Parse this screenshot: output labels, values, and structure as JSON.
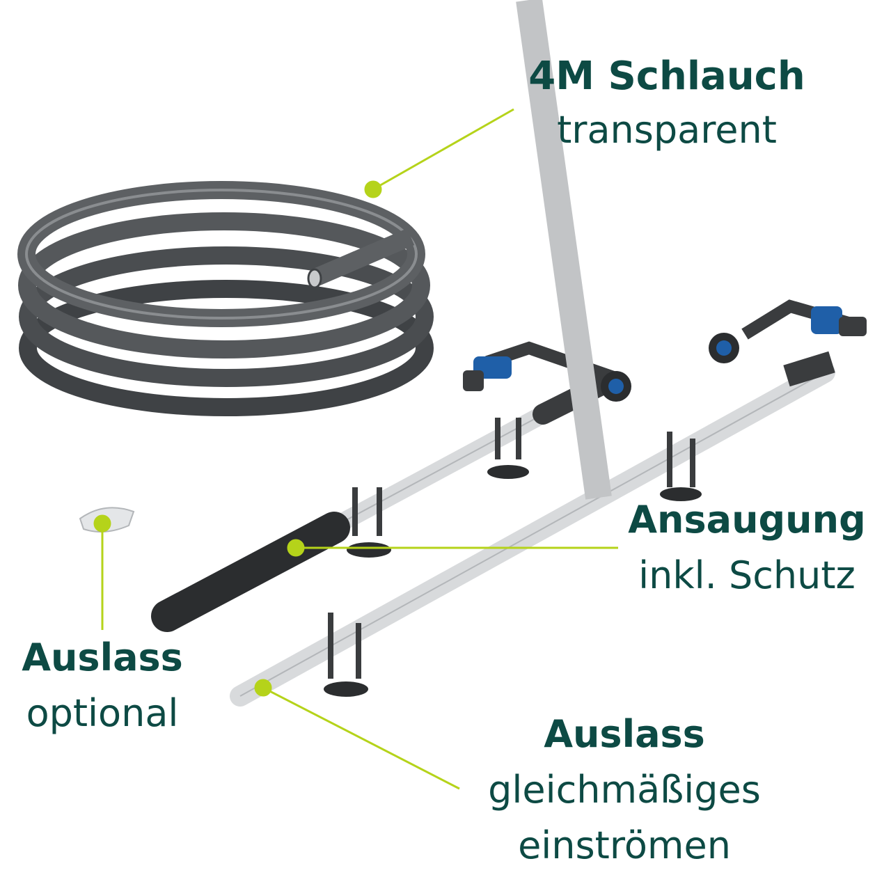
{
  "colors": {
    "text": "#0d4a44",
    "callout": "#b5d31a",
    "hose": "#4a4d50",
    "accent_blue": "#1f5fa8"
  },
  "callouts": [
    {
      "title": "4M Schlauch",
      "subtitle": "transparent"
    },
    {
      "title": "Ansaugung",
      "subtitle": "inkl. Schutz"
    },
    {
      "title": "Auslass",
      "subtitle": "optional"
    },
    {
      "title": "Auslass",
      "subtitle_lines": [
        "gleichmäßiges",
        "einströmen"
      ]
    }
  ]
}
